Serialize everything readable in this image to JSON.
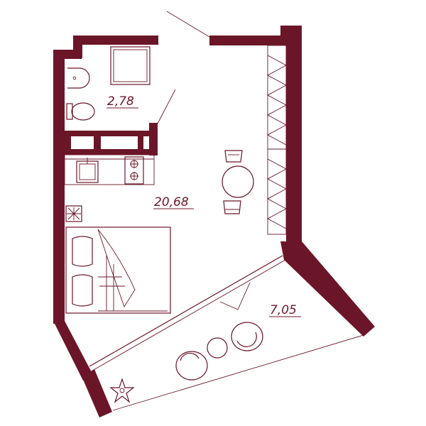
{
  "colors": {
    "wall": "#6b1628",
    "background": "#ffffff"
  },
  "rooms": [
    {
      "id": "bathroom",
      "area": "2,78"
    },
    {
      "id": "living",
      "area": "20,68"
    },
    {
      "id": "balcony",
      "area": "7,05"
    }
  ],
  "icons": [
    "bathtub-icon",
    "sink-icon",
    "toilet-icon",
    "kitchen-sink-icon",
    "stove-icon",
    "dining-table-icon",
    "chair-icon",
    "bed-icon",
    "pillow-icon",
    "lounge-chair-icon",
    "side-table-icon",
    "plant-icon",
    "wardrobe-icon"
  ]
}
